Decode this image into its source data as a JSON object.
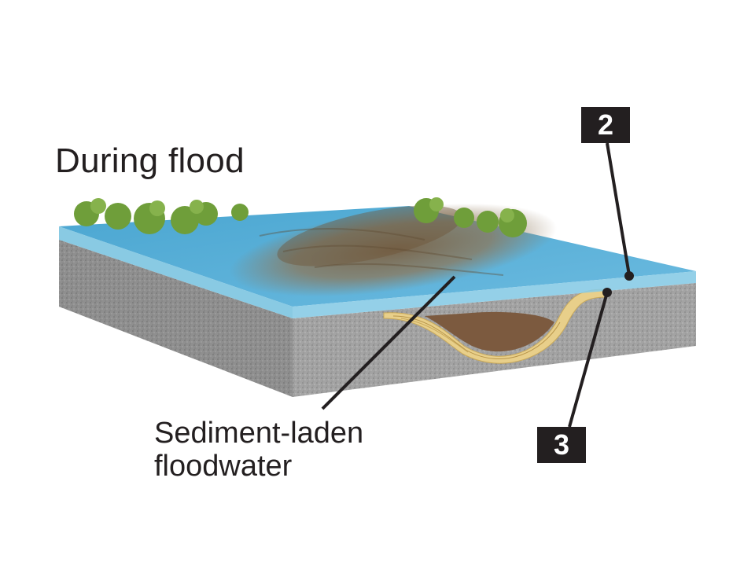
{
  "title": "During flood",
  "caption": {
    "line1": "Sediment-laden",
    "line2": "floodwater"
  },
  "markers": {
    "m2": "2",
    "m3": "3"
  },
  "colors": {
    "water": "#5fb3d6",
    "water_side": "#7cc4e0",
    "sediment_plume": "#8a7256",
    "rock": "#9c9c9c",
    "sand_layers": "#e8cf8a",
    "label_box": "#231f20",
    "tree": "#6f9e3a"
  }
}
